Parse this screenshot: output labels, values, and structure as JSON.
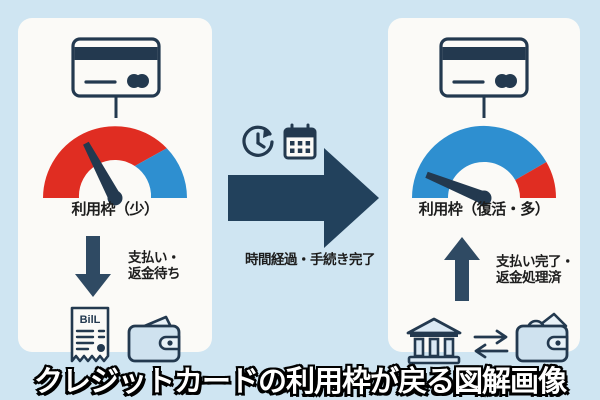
{
  "page": {
    "background_color": "#cfe5f2",
    "panel_color": "#fbfaf7",
    "ink_color": "#23394f",
    "red": "#e02d22",
    "blue": "#2e8fd0",
    "light_fill": "#d7e7f2"
  },
  "left_panel": {
    "card_icon": "credit-card-icon",
    "gauge": {
      "name": "credit-limit-gauge-low",
      "red_sweep_deg": 136,
      "blue_sweep_deg": 44,
      "needle_deg": 118,
      "colors": {
        "red": "#e02d22",
        "blue": "#2e8fd0"
      }
    },
    "gauge_label": "利用枠（少）",
    "arrow": {
      "name": "down-arrow",
      "direction": "down"
    },
    "note": "支払い・\n返金待ち",
    "icons": [
      {
        "name": "bill-receipt-icon",
        "label": "BilL"
      },
      {
        "name": "wallet-icon"
      }
    ]
  },
  "center": {
    "icons": [
      {
        "name": "clock-history-icon"
      },
      {
        "name": "calendar-icon"
      }
    ],
    "arrow": {
      "name": "right-arrow",
      "direction": "right"
    },
    "note": "時間経過・手続き完了"
  },
  "right_panel": {
    "card_icon": "credit-card-icon",
    "gauge": {
      "name": "credit-limit-gauge-restored",
      "blue_sweep_deg": 150,
      "red_sweep_deg": 30,
      "needle_deg": 158,
      "colors": {
        "red": "#e02d22",
        "blue": "#2e8fd0"
      }
    },
    "gauge_label": "利用枠（復活・多）",
    "arrow": {
      "name": "up-arrow",
      "direction": "up"
    },
    "note": "支払い完了・\n返金処理済",
    "icons": [
      {
        "name": "bank-icon"
      },
      {
        "name": "exchange-arrows-icon"
      },
      {
        "name": "wallet-with-money-icon"
      }
    ]
  },
  "caption": {
    "text": "クレジットカードの利用枠が戻る図解画像",
    "text_color": "#ffffff",
    "outline_color": "#000000"
  }
}
